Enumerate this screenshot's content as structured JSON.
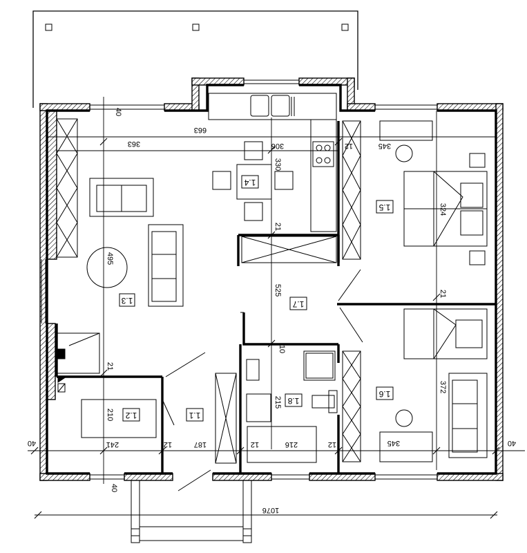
{
  "rooms": [
    {
      "id": "1.1"
    },
    {
      "id": "1.2"
    },
    {
      "id": "1.3"
    },
    {
      "id": "1.4"
    },
    {
      "id": "1.5"
    },
    {
      "id": "1.6"
    },
    {
      "id": "1.7"
    },
    {
      "id": "1.8"
    }
  ],
  "dimensions": {
    "overall_width": "1076",
    "outer_wall_left": "40",
    "outer_wall_right": "40",
    "outer_wall_top": "40",
    "outer_wall_bottom": "40",
    "living_span": "663",
    "living_inner": "363",
    "kitchen_width": "306",
    "kitchen_depth": "330",
    "bed1_width": "345",
    "bed1_depth": "324",
    "bed2_width": "345",
    "bed2_depth": "372",
    "hall_length": "525",
    "living_table_diam": "495",
    "room12_width": "241",
    "room12_depth": "210",
    "hall11_width": "187",
    "bath_width": "216",
    "bath_depth": "215",
    "partition_12": "12",
    "partition_21": "21",
    "partition_10": "10"
  }
}
